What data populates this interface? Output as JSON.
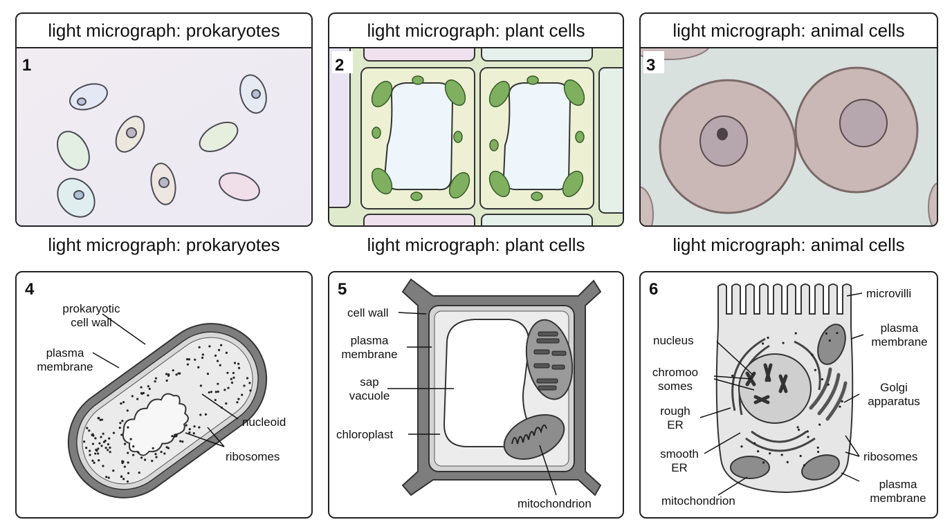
{
  "panels": [
    {
      "number": "1",
      "title": "light micrograph: prokaryotes",
      "caption": "light micrograph: prokaryotes"
    },
    {
      "number": "2",
      "title": "light micrograph: plant cells",
      "caption": "light micrograph: plant cells"
    },
    {
      "number": "3",
      "title": "light micrograph: animal cells",
      "caption": "light micrograph: animal cells"
    }
  ],
  "diagrams": [
    {
      "number": "4",
      "labels": {
        "cell_wall_1": "prokaryotic",
        "cell_wall_2": "cell wall",
        "membrane_1": "plasma",
        "membrane_2": "membrane",
        "nucleoid": "nucleoid",
        "ribosomes": "ribosomes"
      }
    },
    {
      "number": "5",
      "labels": {
        "cell_wall": "cell wall",
        "membrane_1": "plasma",
        "membrane_2": "membrane",
        "vacuole_1": "sap",
        "vacuole_2": "vacuole",
        "chloroplast": "chloroplast",
        "mitochondrion": "mitochondrion"
      }
    },
    {
      "number": "6",
      "labels": {
        "microvilli": "microvilli",
        "membrane_top_1": "plasma",
        "membrane_top_2": "membrane",
        "nucleus": "nucleus",
        "chromosomes_1": "chromoo",
        "chromosomes_2": "somes",
        "golgi_1": "Golgi",
        "golgi_2": "apparatus",
        "rough_er_1": "rough",
        "rough_er_2": "ER",
        "smooth_er_1": "smooth",
        "smooth_er_2": "ER",
        "ribosomes": "ribosomes",
        "mitochondrion": "mitochondrion",
        "membrane_bottom_1": "plasma",
        "membrane_bottom_2": "membrane"
      }
    }
  ]
}
